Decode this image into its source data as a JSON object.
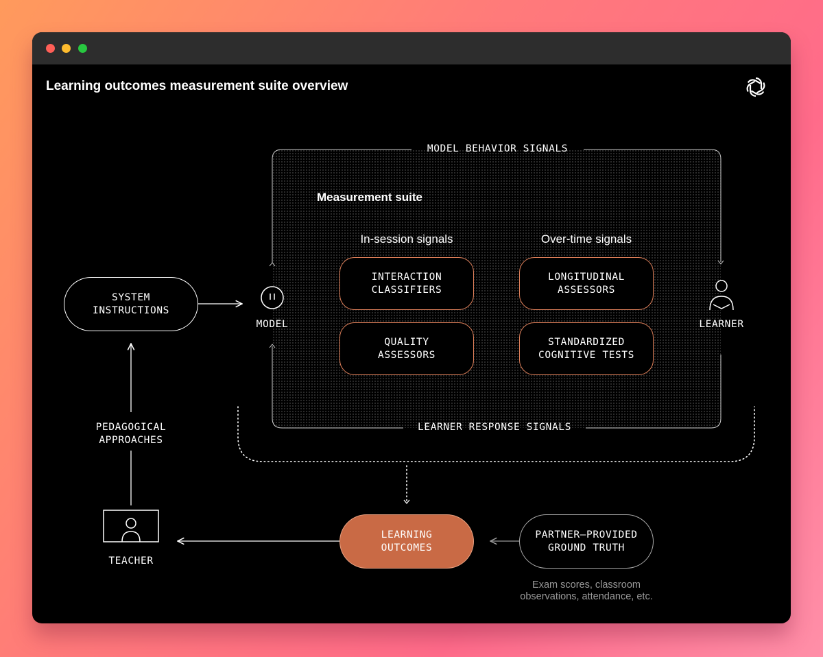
{
  "window": {
    "title": "Learning outcomes measurement suite overview"
  },
  "diagram": {
    "frame": {
      "top_label": "MODEL BEHAVIOR SIGNALS",
      "bottom_label": "LEARNER RESPONSE SIGNALS",
      "suite_title": "Measurement suite"
    },
    "columns": {
      "in_session": "In-session signals",
      "over_time": "Over-time signals"
    },
    "assessors": {
      "interaction_classifiers": "INTERACTION\nCLASSIFIERS",
      "quality_assessors": "QUALITY\nASSESSORS",
      "longitudinal_assessors": "LONGITUDINAL\nASSESSORS",
      "standardized_tests": "STANDARDIZED\nCOGNITIVE TESTS"
    },
    "nodes": {
      "system_instructions": "SYSTEM\nINSTRUCTIONS",
      "model": "MODEL",
      "learner": "LEARNER",
      "pedagogical": "PEDAGOGICAL\nAPPROACHES",
      "teacher": "TEACHER",
      "learning_outcomes": "LEARNING\nOUTCOMES",
      "partner_ground_truth": "PARTNER–PROVIDED\nGROUND TRUTH",
      "ground_truth_note": "Exam scores, classroom\nobservations, attendance, etc."
    },
    "colors": {
      "accent": "#c96a45",
      "box_border": "#e0805a",
      "background": "#000000",
      "line": "#ffffff"
    },
    "icons": [
      "openai-logo-icon",
      "model-icon",
      "learner-icon",
      "teacher-icon"
    ]
  }
}
